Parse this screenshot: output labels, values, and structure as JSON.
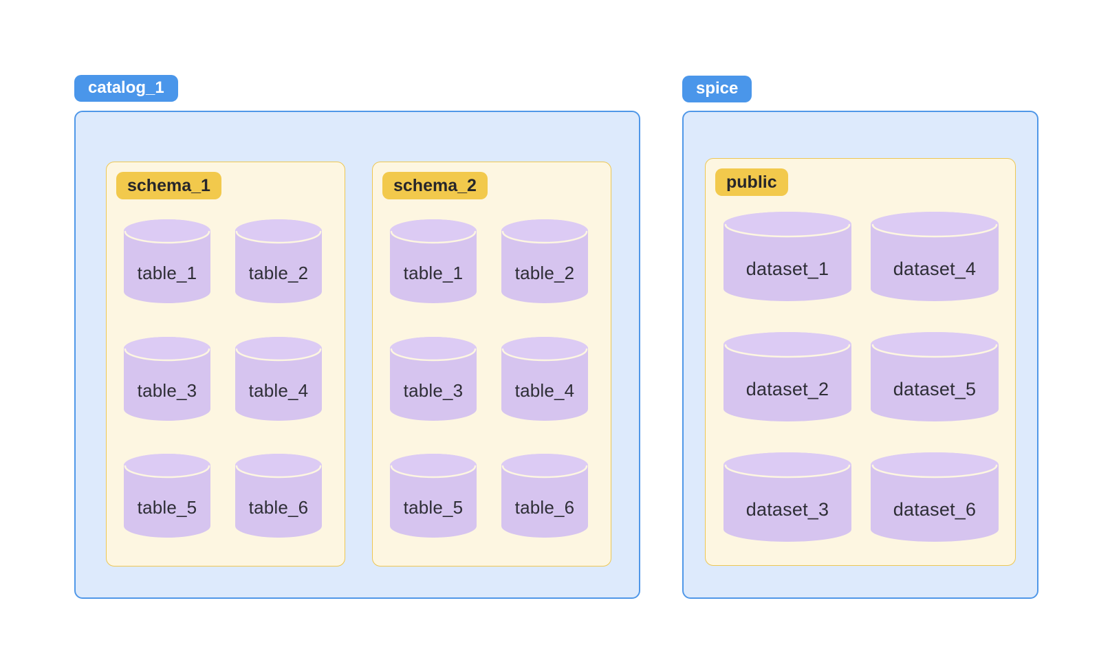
{
  "colors": {
    "page_background": "#ffffff",
    "catalog_badge_fill": "#4a96ea",
    "catalog_badge_text": "#ffffff",
    "catalog_container_fill": "#ddeafc",
    "catalog_container_border": "#4f97e8",
    "schema_box_fill": "#fdf6e1",
    "schema_box_border": "#edc752",
    "schema_badge_fill": "#f2c94c",
    "schema_badge_text": "#26262b",
    "cylinder_body": "#d6c4ef",
    "cylinder_top": "#dccbf4",
    "cylinder_highlight": "#fdf6e1",
    "node_label_text": "#2e2e36"
  },
  "catalogs": [
    {
      "label": "catalog_1",
      "schemas": [
        {
          "label": "schema_1",
          "tables": [
            "table_1",
            "table_2",
            "table_3",
            "table_4",
            "table_5",
            "table_6"
          ]
        },
        {
          "label": "schema_2",
          "tables": [
            "table_1",
            "table_2",
            "table_3",
            "table_4",
            "table_5",
            "table_6"
          ]
        }
      ]
    },
    {
      "label": "spice",
      "schemas": [
        {
          "label": "public",
          "tables": [
            "dataset_1",
            "dataset_2",
            "dataset_3",
            "dataset_4",
            "dataset_5",
            "dataset_6"
          ]
        }
      ]
    }
  ]
}
